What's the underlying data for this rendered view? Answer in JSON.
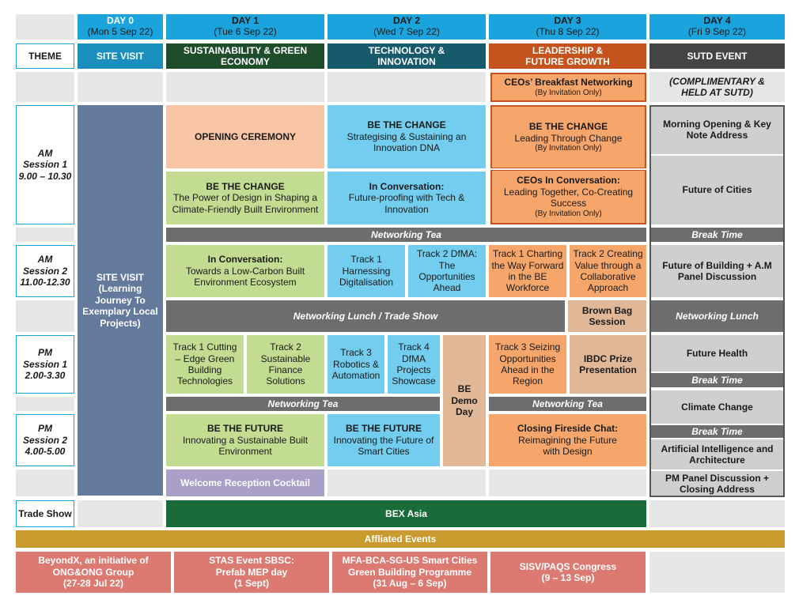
{
  "days": [
    {
      "label": "DAY 0",
      "date": "(Mon 5 Sep 22)"
    },
    {
      "label": "DAY 1",
      "date": "(Tue 6 Sep 22)"
    },
    {
      "label": "DAY 2",
      "date": "(Wed 7 Sep 22)"
    },
    {
      "label": "DAY 3",
      "date": "(Thu 8 Sep 22)"
    },
    {
      "label": "DAY 4",
      "date": "(Fri 9 Sep 22)"
    }
  ],
  "theme": {
    "label": "THEME",
    "day0": "SITE VISIT",
    "day1": "SUSTAINABILITY & GREEN ECONOMY",
    "day2": "TECHNOLOGY & INNOVATION",
    "day3": "LEADERSHIP & FUTURE GROWTH",
    "day4": "SUTD EVENT"
  },
  "rows": {
    "am1": {
      "a": "AM",
      "b": "Session 1",
      "c": "9.00 – 10.30"
    },
    "am2": {
      "a": "AM",
      "b": "Session 2",
      "c": "11.00-12.30"
    },
    "pm1": {
      "a": "PM",
      "b": "Session 1",
      "c": "2.00-3.30"
    },
    "pm2": {
      "a": "PM",
      "b": "Session 2",
      "c": "4.00-5.00"
    },
    "trade": "Trade Show"
  },
  "site_visit": {
    "title": "SITE VISIT",
    "sub": "(Learning Journey To Exemplary Local Projects)"
  },
  "day1": {
    "opening": "OPENING CEREMONY",
    "btc_title": "BE THE CHANGE",
    "btc_sub": "The Power of Design in Shaping a Climate-Friendly Built Environment",
    "conv_title": "In Conversation:",
    "conv_sub": "Towards a Low-Carbon Built Environment Ecosystem",
    "t1": "Track 1 Cutting – Edge Green Building Technologies",
    "t2": "Track 2 Sustainable Finance Solutions",
    "btf_title": "BE THE FUTURE",
    "btf_sub": "Innovating a Sustainable Built Environment",
    "welcome": "Welcome Reception Cocktail"
  },
  "day2": {
    "btc_title": "BE THE CHANGE",
    "btc_sub": "Strategising & Sustaining an Innovation DNA",
    "conv_title": "In Conversation:",
    "conv_sub": "Future-proofing with Tech & Innovation",
    "t1": "Track 1 Harnessing Digitalisation",
    "t2": "Track 2 DfMA: The Opportunities Ahead",
    "t3": "Track 3 Robotics & Automation",
    "t4": "Track 4 DfMA Projects Showcase",
    "demo": "BE Demo Day",
    "btf_title": "BE THE FUTURE",
    "btf_sub": "Innovating the Future of Smart Cities"
  },
  "day3": {
    "ceo_title": "CEOs’ Breakfast Networking",
    "ceo_sub": "(By Invitation Only)",
    "btc_title": "BE THE CHANGE",
    "btc_sub": "Leading Through Change",
    "btc_note": "(By Invitation Only)",
    "conv_title": "CEOs In Conversation:",
    "conv_sub": "Leading Together, Co-Creating Success",
    "conv_note": "(By Invitation Only)",
    "t1": "Track 1 Charting the Way Forward in the BE Workforce",
    "t2": "Track 2 Creating Value through a Collaborative Approach",
    "brown": "Brown Bag Session",
    "t3": "Track 3 Seizing Opportunities Ahead in the Region",
    "ibdc": "IBDC Prize Presentation",
    "fire_title": "Closing Fireside Chat:",
    "fire_sub": "Reimagining the Future with Design"
  },
  "day4": {
    "note": "(COMPLIMENTARY & HELD AT SUTD)",
    "morning": "Morning Opening & Key Note Address",
    "cities": "Future of Cities",
    "break1": "Break Time",
    "building": "Future of Building + A.M Panel Discussion",
    "lunch": "Networking Lunch",
    "health": "Future Health",
    "break2": "Break Time",
    "climate": "Climate Change",
    "break3": "Break Time",
    "ai": "Artificial Intelligence and Architecture",
    "pm": "PM Panel Discussion + Closing Address"
  },
  "bars": {
    "tea1": "Networking Tea",
    "lunch": "Networking Lunch / Trade Show",
    "tea2": "Networking Tea",
    "tea3": "Networking Tea",
    "bex": "BEX Asia",
    "affiliated": "Affliated Events"
  },
  "events": [
    {
      "name": "BeyondX, an initiative of ONG&ONG Group",
      "date": "(27-28 Jul 22)"
    },
    {
      "name": "STAS Event SBSC: Prefab MEP day",
      "date": "(1 Sept)"
    },
    {
      "name": "MFA-BCA-SG-US Smart Cities Green Building Programme",
      "date": "(31 Aug – 6 Sep)"
    },
    {
      "name": "SISV/PAQS Congress",
      "date": "(9 – 13 Sep)"
    }
  ],
  "colors": {
    "day_header": "#1aa3dc",
    "theme0": "#1a8fbe",
    "theme1": "#1e4d2b",
    "theme2": "#165a6b",
    "theme3": "#c4531e",
    "theme4": "#444444",
    "site_visit": "#647a9c",
    "peach": "#f8c6a6",
    "green": "#c2dd92",
    "blue": "#72cdee",
    "orange": "#f6a56b",
    "tan": "#e0b898",
    "dark_green": "#1a6b3a",
    "gold": "#c99a2e",
    "salmon": "#dc7a72",
    "lavender": "#a99fc9"
  }
}
